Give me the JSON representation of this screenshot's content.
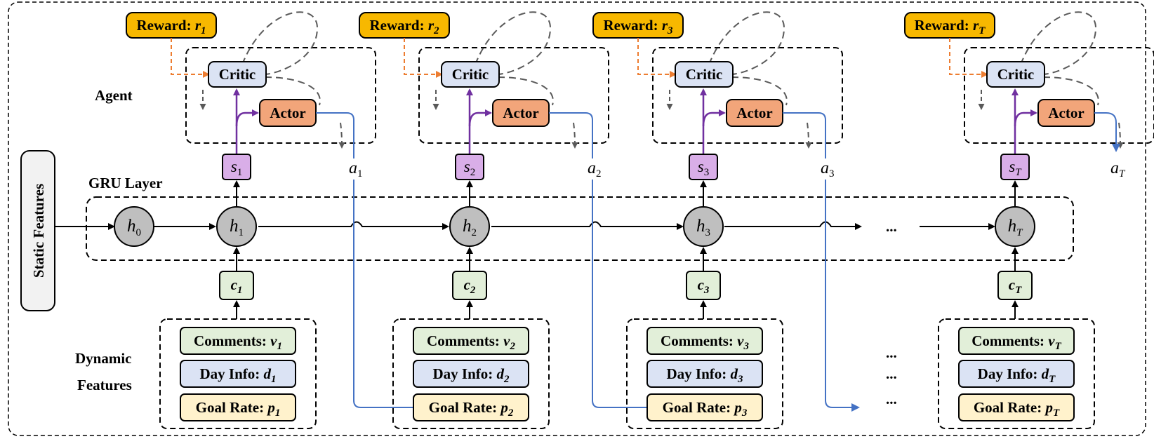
{
  "labels": {
    "agent": "Agent",
    "gru_layer": "GRU Layer",
    "static_features": "Static Features",
    "dynamic_features_line1": "Dynamic",
    "dynamic_features_line2": "Features",
    "ellipsis": "..."
  },
  "agent_box": {
    "reward_prefix": "Reward: ",
    "critic": "Critic",
    "actor": "Actor"
  },
  "feature_box": {
    "comments_prefix": "Comments: ",
    "day_info_prefix": "Day Info: ",
    "goal_rate_prefix": "Goal  Rate: "
  },
  "h0": {
    "base": "h",
    "sub": "0"
  },
  "steps": [
    {
      "r": "r",
      "r_sub": "1",
      "s": "s",
      "s_sub": "1",
      "h": "h",
      "h_sub": "1",
      "c": "c",
      "c_sub": "1",
      "v": "v",
      "v_sub": "1",
      "d": "d",
      "d_sub": "1",
      "p": "p",
      "p_sub": "1",
      "a": "a",
      "a_sub": "1"
    },
    {
      "r": "r",
      "r_sub": "2",
      "s": "s",
      "s_sub": "2",
      "h": "h",
      "h_sub": "2",
      "c": "c",
      "c_sub": "2",
      "v": "v",
      "v_sub": "2",
      "d": "d",
      "d_sub": "2",
      "p": "p",
      "p_sub": "2",
      "a": "a",
      "a_sub": "2"
    },
    {
      "r": "r",
      "r_sub": "3",
      "s": "s",
      "s_sub": "3",
      "h": "h",
      "h_sub": "3",
      "c": "c",
      "c_sub": "3",
      "v": "v",
      "v_sub": "3",
      "d": "d",
      "d_sub": "3",
      "p": "p",
      "p_sub": "3",
      "a": "a",
      "a_sub": "3"
    },
    {
      "r": "r",
      "r_sub": "T",
      "s": "s",
      "s_sub": "T",
      "h": "h",
      "h_sub": "T",
      "c": "c",
      "c_sub": "T",
      "v": "v",
      "v_sub": "T",
      "d": "d",
      "d_sub": "T",
      "p": "p",
      "p_sub": "T",
      "a": "a",
      "a_sub": "T"
    }
  ],
  "colors": {
    "reward_fill": "#f7b800",
    "critic_fill": "#dbe3f4",
    "actor_fill": "#f2a57a",
    "state_fill": "#d9aee8",
    "context_fill": "#e2efd9",
    "comments_fill": "#e2efd9",
    "day_info_fill": "#dbe3f4",
    "goal_rate_fill": "#fff2cc",
    "hidden_fill": "#bfbfbf",
    "static_fill": "#f2f2f2",
    "reward_arrow": "#ed7d31",
    "state_arrow": "#7030a0",
    "action_arrow": "#4472c4",
    "dashed_loop": "#595959"
  }
}
